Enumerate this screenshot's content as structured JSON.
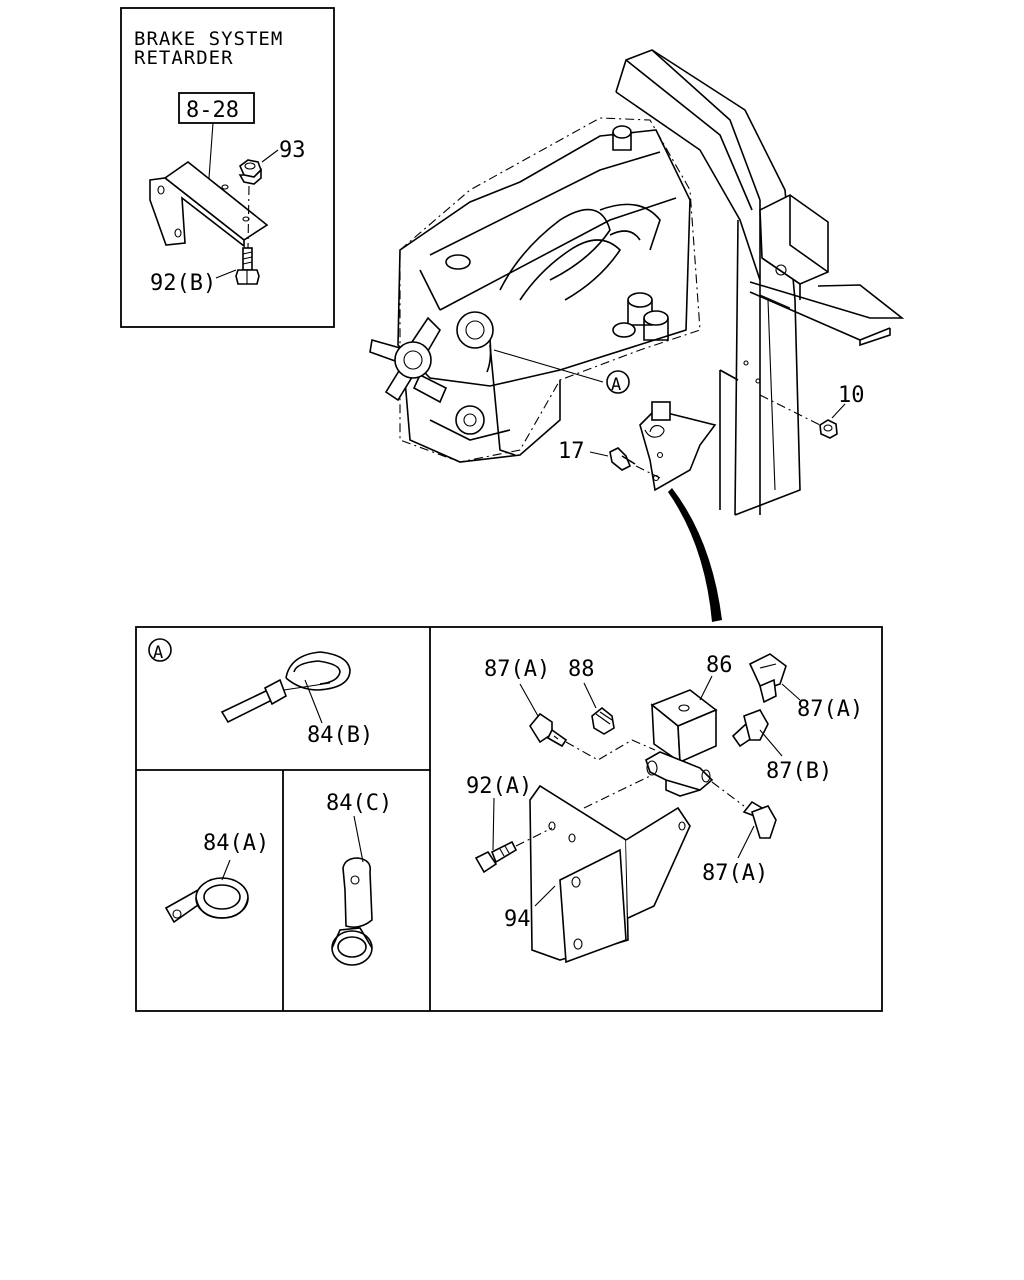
{
  "inset": {
    "title_line1": "BRAKE SYSTEM",
    "title_line2": "RETARDER",
    "ref_box": "8-28"
  },
  "callouts": {
    "c93": "93",
    "c92b": "92(B)",
    "c10": "10",
    "c17": "17",
    "cA_main": "A",
    "cA_detail": "A",
    "c84b": "84(B)",
    "c84a": "84(A)",
    "c84c": "84(C)",
    "c87a_top": "87(A)",
    "c88": "88",
    "c86": "86",
    "c87a_right": "87(A)",
    "c87b": "87(B)",
    "c92a": "92(A)",
    "c94": "94",
    "c87a_bottom": "87(A)"
  }
}
